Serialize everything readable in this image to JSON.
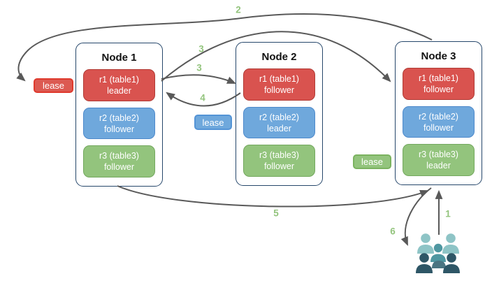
{
  "diagram": {
    "nodes": [
      {
        "title": "Node 1",
        "replicas": [
          {
            "name": "r1 (table1)",
            "role": "leader",
            "color": "red"
          },
          {
            "name": "r2 (table2)",
            "role": "follower",
            "color": "blue"
          },
          {
            "name": "r3 (table3)",
            "role": "follower",
            "color": "green"
          }
        ]
      },
      {
        "title": "Node 2",
        "replicas": [
          {
            "name": "r1 (table1)",
            "role": "follower",
            "color": "red"
          },
          {
            "name": "r2 (table2)",
            "role": "leader",
            "color": "blue"
          },
          {
            "name": "r3 (table3)",
            "role": "follower",
            "color": "green"
          }
        ]
      },
      {
        "title": "Node 3",
        "replicas": [
          {
            "name": "r1 (table1)",
            "role": "follower",
            "color": "red"
          },
          {
            "name": "r2 (table2)",
            "role": "follower",
            "color": "blue"
          },
          {
            "name": "r3 (table3)",
            "role": "leader",
            "color": "green"
          }
        ]
      }
    ],
    "leases": [
      {
        "label": "lease",
        "color": "red"
      },
      {
        "label": "lease",
        "color": "blue"
      },
      {
        "label": "lease",
        "color": "green"
      }
    ],
    "steps": {
      "s1": "1",
      "s2": "2",
      "s3a": "3",
      "s3b": "3",
      "s4": "4",
      "s5": "5",
      "s6": "6"
    },
    "icons": {
      "clients": "users-group-icon"
    },
    "colors": {
      "red_fill": "#d9534f",
      "red_border": "#b03b35",
      "blue_fill": "#6fa8dc",
      "blue_border": "#4d89cb",
      "green_fill": "#93c47d",
      "green_border": "#73a85e",
      "node_border": "#26476b",
      "arrow": "#595959",
      "step_label": "#93c47d",
      "people_light": "#8ec4c6",
      "people_medium": "#4f97a1",
      "people_dark": "#2e5666"
    }
  }
}
